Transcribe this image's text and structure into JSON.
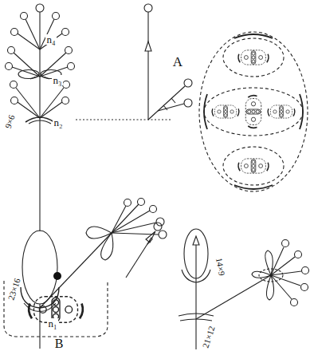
{
  "diagram": {
    "labels": [
      "n₄",
      "n₃",
      "n₂",
      "9×6",
      "n₁",
      "23×16",
      "A",
      "14×9",
      "21×12",
      "B"
    ]
  }
}
